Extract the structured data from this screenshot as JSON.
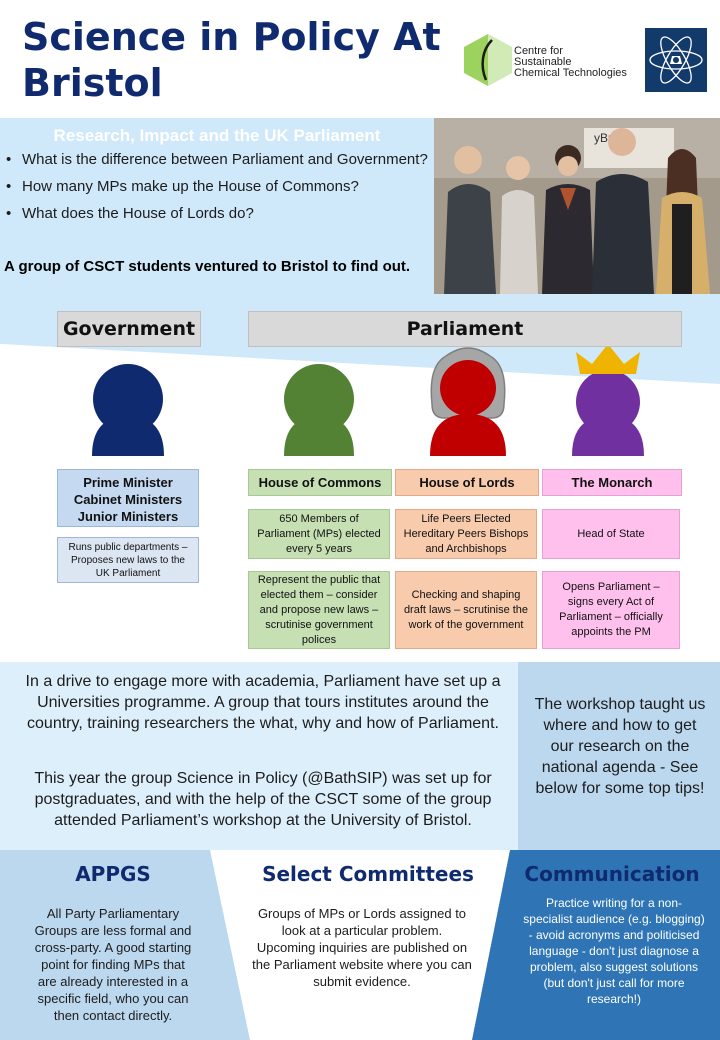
{
  "header": {
    "title": "Science in Policy At Bristol",
    "csct_logo_text": [
      "Centre for",
      "Sustainable",
      "Chemical Technologies"
    ]
  },
  "intro": {
    "heading": "Research, Impact and the UK Parliament",
    "questions": [
      "What is the difference between Parliament and Government?",
      "How many MPs make up the House of Commons?",
      "What does the House of Lords do?"
    ],
    "conclusion": "A group of CSCT students ventured to Bristol to find out."
  },
  "diagram": {
    "government_header": "Government",
    "parliament_header": "Parliament",
    "government": {
      "roles": [
        "Prime Minister",
        "Cabinet Ministers",
        "Junior Ministers"
      ],
      "description": "Runs public departments – Proposes new laws to the UK Parliament"
    },
    "commons": {
      "label": "House of Commons",
      "members": "650 Members of Parliament (MPs) elected every 5 years",
      "role": "Represent the public that elected them – consider and propose new laws – scrutinise government polices"
    },
    "lords": {
      "label": "House of Lords",
      "members": "Life Peers Elected Hereditary Peers Bishops and Archbishops",
      "role": "Checking and shaping draft laws – scrutinise the work of the government"
    },
    "monarch": {
      "label": "The Monarch",
      "members": "Head of State",
      "role": "Opens Parliament – signs every Act of Parliament – officially appoints the PM"
    },
    "colors": {
      "government": "#0f2a6e",
      "commons": "#548235",
      "lords": "#c00000",
      "monarch": "#7030a0",
      "crown": "#f0b400"
    }
  },
  "middle": {
    "paragraph1": "In a drive to engage more with academia, Parliament have set up a Universities programme. A group that tours institutes around the country, training researchers the what, why and how of Parliament.",
    "paragraph2": "This year the group Science in Policy (@BathSIP) was set up for postgraduates, and with the help of the CSCT some of the group attended Parliament’s workshop at the University of Bristol.",
    "side_text": "The workshop taught us where and how to get our research on the national agenda - See below for some top tips!"
  },
  "tips": [
    {
      "title": "APPGS",
      "body": "All Party Parliamentary Groups are less formal and cross-party. A good starting point for finding MPs that are already interested in a specific field, who you can then contact directly."
    },
    {
      "title": "Select Committees",
      "body": "Groups of MPs or Lords assigned to look at a particular problem. Upcoming inquiries are published on the Parliament website where you can submit evidence."
    },
    {
      "title": "Communication",
      "body": "Practice writing for a non-specialist audience (e.g. blogging) - avoid acronyms and politicised language - don't just diagnose a problem, also suggest solutions (but don't just call for more research!)"
    }
  ]
}
